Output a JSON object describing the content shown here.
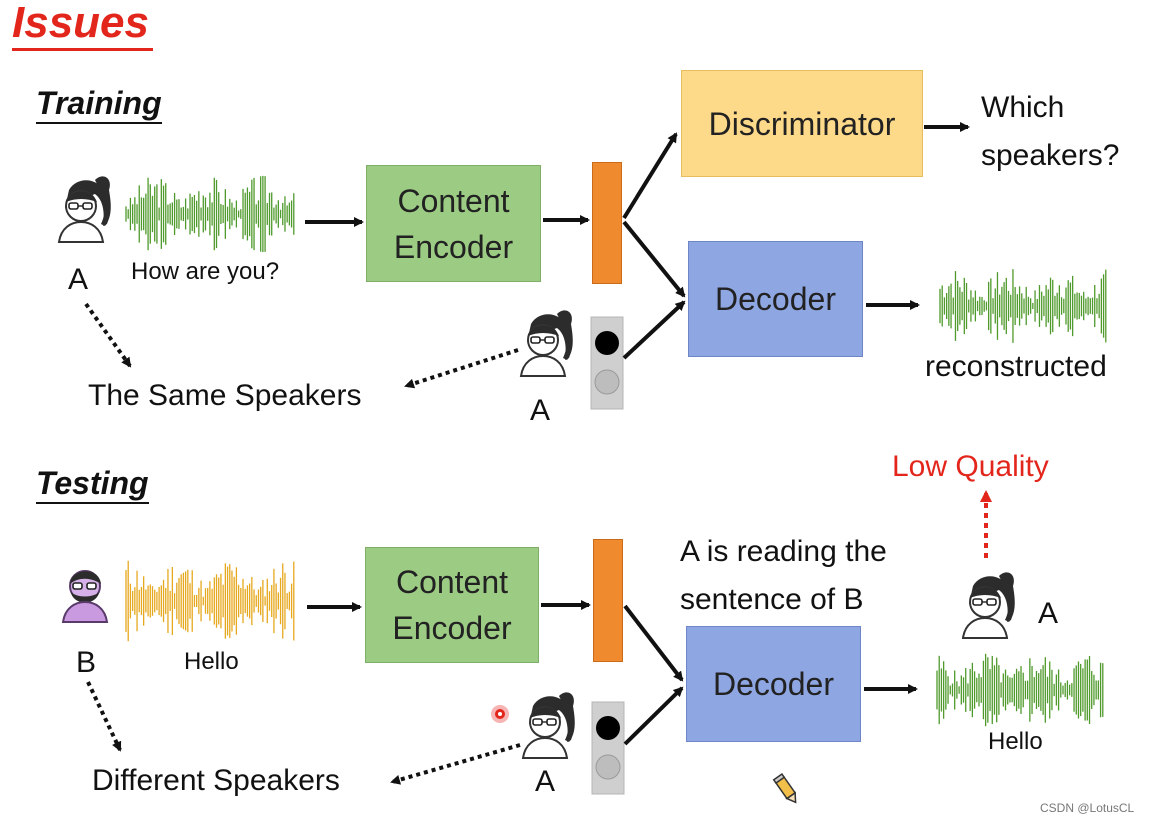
{
  "title": "Issues",
  "training": {
    "heading": "Training",
    "speaker": "A",
    "utterance": "How are you?",
    "content_encoder": [
      "Content",
      "Encoder"
    ],
    "discriminator": "Discriminator",
    "which_speakers": [
      "Which",
      "speakers?"
    ],
    "decoder": "Decoder",
    "reconstructed": "reconstructed",
    "speaker_id": "A",
    "same_speakers": "The Same Speakers"
  },
  "testing": {
    "heading": "Testing",
    "speaker": "B",
    "utterance": "Hello",
    "content_encoder": [
      "Content",
      "Encoder"
    ],
    "reading_note": [
      "A is reading the",
      "sentence of B"
    ],
    "decoder": "Decoder",
    "low_quality": "Low Quality",
    "output_speaker": "A",
    "output_utterance": "Hello",
    "speaker_id": "A",
    "different_speakers": "Different Speakers"
  },
  "watermark": "CSDN @LotusCL",
  "colors": {
    "title_red": "#e3261c",
    "encoder_green": "#9ccc84",
    "discriminator_yellow": "#fdd98a",
    "decoder_blue": "#8ea6e2",
    "embedding_orange": "#f08a2e",
    "wave_green": "#4f9a2c",
    "wave_yellow": "#e6a81e"
  },
  "icons": [
    "female-speaker-icon",
    "male-speaker-icon",
    "waveform-icon",
    "speaker-id-switch-icon",
    "pencil-icon",
    "laser-pointer-icon"
  ]
}
